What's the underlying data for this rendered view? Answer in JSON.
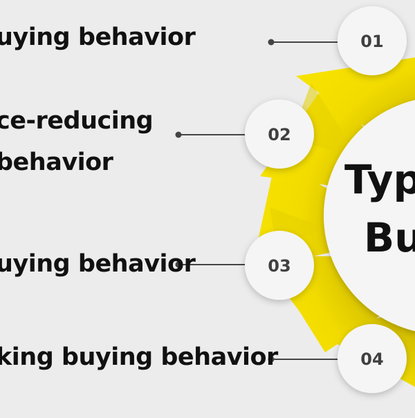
{
  "colors": {
    "background": "#ececec",
    "accent_yellow": "#f2dc00",
    "accent_yellow_dark": "#d9c400",
    "circle_fill": "#f5f5f5",
    "connector": "#444444",
    "text": "#111111"
  },
  "center": {
    "line1": "Typ",
    "line2": "Bu"
  },
  "items": [
    {
      "number": "01",
      "label": "uying behavior"
    },
    {
      "number": "02",
      "label": "ce-reducing",
      "label2": " behavior"
    },
    {
      "number": "03",
      "label": "uying behavior"
    },
    {
      "number": "04",
      "label": "king buying behavior"
    }
  ]
}
